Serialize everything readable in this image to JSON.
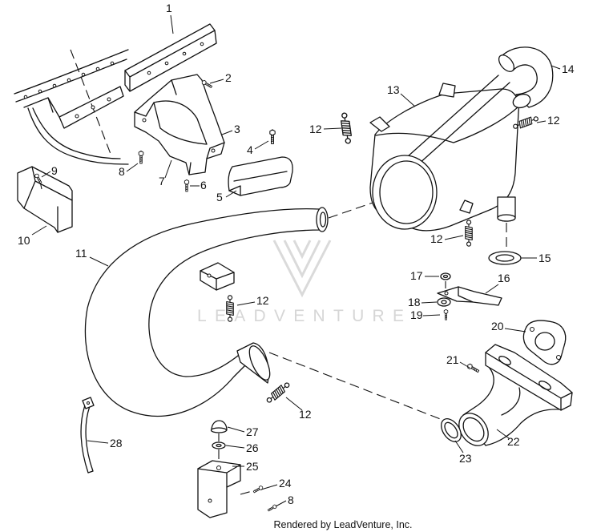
{
  "diagram": {
    "callouts": [
      "1",
      "2",
      "3",
      "4",
      "5",
      "6",
      "7",
      "8",
      "9",
      "10",
      "11",
      "12",
      "13",
      "14",
      "12",
      "12",
      "15",
      "16",
      "17",
      "18",
      "19",
      "12",
      "20",
      "21",
      "12",
      "22",
      "23",
      "27",
      "26",
      "25",
      "28",
      "24",
      "8"
    ],
    "watermark": "LEADVENTURE",
    "footer": "Rendered by LeadVenture, Inc."
  },
  "colors": {
    "line": "#111111",
    "watermark": "#cfcfcf",
    "background": "#ffffff"
  },
  "icons": {
    "watermark_logo": "leadventure-logo"
  }
}
